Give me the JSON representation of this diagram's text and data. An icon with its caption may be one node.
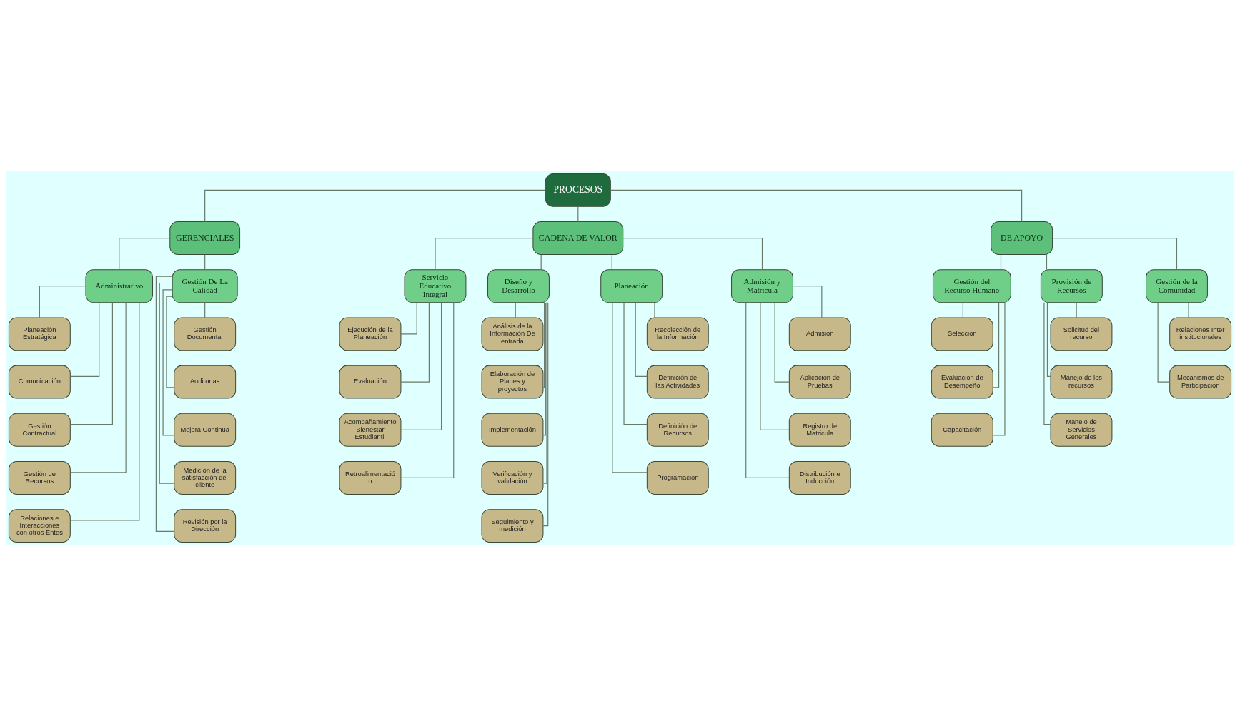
{
  "diagram": {
    "nodes": [
      {
        "text": [
          "PROCESOS"
        ]
      },
      {
        "text": [
          "GERENCIALES"
        ]
      },
      {
        "text": [
          "CADENA DE VALOR"
        ]
      },
      {
        "text": [
          "DE APOYO"
        ]
      },
      {
        "text": [
          "Administrativo"
        ]
      },
      {
        "text": [
          "Gestión De La Calidad"
        ]
      },
      {
        "text": [
          "Servicio Educativo Integral"
        ]
      },
      {
        "text": [
          "Diseño y Desarrollo"
        ]
      },
      {
        "text": [
          "Planeación"
        ]
      },
      {
        "text": [
          "Admisión y Matricula"
        ]
      },
      {
        "text": [
          "Gestión del Recurso Humano"
        ]
      },
      {
        "text": [
          "Provisión de Recursos"
        ]
      },
      {
        "text": [
          "Gestión de la Comunidad"
        ]
      },
      {
        "text": [
          "Planeación Estratégica"
        ]
      },
      {
        "text": [
          "Comunicación"
        ]
      },
      {
        "text": [
          "Gestión Contractual"
        ]
      },
      {
        "text": [
          "Gestión de Recursos"
        ]
      },
      {
        "text": [
          "Relaciones e Interacciones con otros Entes"
        ]
      },
      {
        "text": [
          "Gestión Documental"
        ]
      },
      {
        "text": [
          "Auditorias"
        ]
      },
      {
        "text": [
          "Mejora Continua"
        ]
      },
      {
        "text": [
          "Medición de la satisfacción del cliente"
        ]
      },
      {
        "text": [
          "Revisión por la Dirección"
        ]
      },
      {
        "text": [
          "Ejecución de la Planeación"
        ]
      },
      {
        "text": [
          "Evaluación"
        ]
      },
      {
        "text": [
          "Acompañamiento Bienestar Estudiantil"
        ]
      },
      {
        "text": [
          "Retroalimentación"
        ]
      },
      {
        "text": [
          "Análisis de la Información De entrada"
        ]
      },
      {
        "text": [
          "Elaboración de Planes y proyectos"
        ]
      },
      {
        "text": [
          "Implementación"
        ]
      },
      {
        "text": [
          "Verificación y validación"
        ]
      },
      {
        "text": [
          "Seguimiento y medición"
        ]
      },
      {
        "text": [
          "Recolección de la Información"
        ]
      },
      {
        "text": [
          "Definición de las Actividades"
        ]
      },
      {
        "text": [
          "Definición de Recursos"
        ]
      },
      {
        "text": [
          "Programación"
        ]
      },
      {
        "text": [
          "Admisión"
        ]
      },
      {
        "text": [
          "Aplicación de Pruebas"
        ]
      },
      {
        "text": [
          "Registro de Matricula"
        ]
      },
      {
        "text": [
          "Distribución e Inducción"
        ]
      },
      {
        "text": [
          "Selección"
        ]
      },
      {
        "text": [
          "Evaluación de Desempeño"
        ]
      },
      {
        "text": [
          "Capacitación"
        ]
      },
      {
        "text": [
          "Solicitud del recurso"
        ]
      },
      {
        "text": [
          "Manejo de los recursos"
        ]
      },
      {
        "text": [
          "Manejo de Servicios Generales"
        ]
      },
      {
        "text": [
          "Relaciones Inter institucionales"
        ]
      },
      {
        "text": [
          "Mecanismos de Participación"
        ]
      }
    ],
    "edges": [
      {
        "from": 0,
        "to": 1,
        "arrow": "none"
      },
      {
        "from": 0,
        "to": 2,
        "arrow": "none"
      },
      {
        "from": 0,
        "to": 3,
        "arrow": "none"
      },
      {
        "from": 1,
        "to": 4,
        "arrow": "none"
      },
      {
        "from": 1,
        "to": 5,
        "arrow": "none"
      },
      {
        "from": 2,
        "to": 6,
        "arrow": "none"
      },
      {
        "from": 2,
        "to": 7,
        "arrow": "none"
      },
      {
        "from": 2,
        "to": 8,
        "arrow": "none"
      },
      {
        "from": 2,
        "to": 9,
        "arrow": "none"
      },
      {
        "from": 3,
        "to": 10,
        "arrow": "none"
      },
      {
        "from": 3,
        "to": 11,
        "arrow": "none"
      },
      {
        "from": 3,
        "to": 12,
        "arrow": "none"
      },
      {
        "from": 4,
        "to": 13,
        "arrow": "none"
      },
      {
        "from": 4,
        "to": 14,
        "arrow": "none"
      },
      {
        "from": 4,
        "to": 15,
        "arrow": "none"
      },
      {
        "from": 4,
        "to": 16,
        "arrow": "none"
      },
      {
        "from": 4,
        "to": 17,
        "arrow": "none"
      },
      {
        "from": 5,
        "to": 18,
        "arrow": "none"
      },
      {
        "from": 5,
        "to": 19,
        "arrow": "none"
      },
      {
        "from": 5,
        "to": 20,
        "arrow": "none"
      },
      {
        "from": 5,
        "to": 21,
        "arrow": "none"
      },
      {
        "from": 5,
        "to": 22,
        "arrow": "none"
      },
      {
        "from": 6,
        "to": 23,
        "arrow": "none"
      },
      {
        "from": 6,
        "to": 24,
        "arrow": "none"
      },
      {
        "from": 6,
        "to": 25,
        "arrow": "none"
      },
      {
        "from": 6,
        "to": 26,
        "arrow": "none"
      },
      {
        "from": 7,
        "to": 27,
        "arrow": "none"
      },
      {
        "from": 7,
        "to": 28,
        "arrow": "none"
      },
      {
        "from": 7,
        "to": 29,
        "arrow": "none"
      },
      {
        "from": 7,
        "to": 30,
        "arrow": "none"
      },
      {
        "from": 7,
        "to": 31,
        "arrow": "none"
      },
      {
        "from": 8,
        "to": 32,
        "arrow": "none"
      },
      {
        "from": 8,
        "to": 33,
        "arrow": "none"
      },
      {
        "from": 8,
        "to": 34,
        "arrow": "none"
      },
      {
        "from": 8,
        "to": 35,
        "arrow": "none"
      },
      {
        "from": 9,
        "to": 36,
        "arrow": "none"
      },
      {
        "from": 9,
        "to": 37,
        "arrow": "none"
      },
      {
        "from": 9,
        "to": 38,
        "arrow": "none"
      },
      {
        "from": 9,
        "to": 39,
        "arrow": "none"
      },
      {
        "from": 10,
        "to": 40,
        "arrow": "none"
      },
      {
        "from": 10,
        "to": 41,
        "arrow": "none"
      },
      {
        "from": 10,
        "to": 42,
        "arrow": "none"
      },
      {
        "from": 11,
        "to": 43,
        "arrow": "none"
      },
      {
        "from": 11,
        "to": 44,
        "arrow": "none"
      },
      {
        "from": 11,
        "to": 45,
        "arrow": "none"
      },
      {
        "from": 12,
        "to": 46,
        "arrow": "none"
      },
      {
        "from": 12,
        "to": 47,
        "arrow": "none"
      }
    ]
  }
}
